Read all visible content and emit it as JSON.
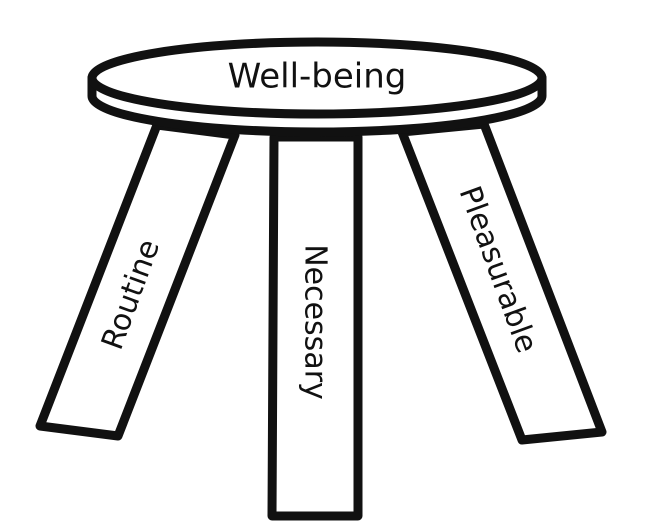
{
  "seat": {
    "label": "Well-being"
  },
  "legs": {
    "left": "Routine",
    "middle": "Necessary",
    "right": "Pleasurable"
  },
  "colors": {
    "stroke": "#111111",
    "fill": "#ffffff",
    "background": "#ffffff"
  }
}
